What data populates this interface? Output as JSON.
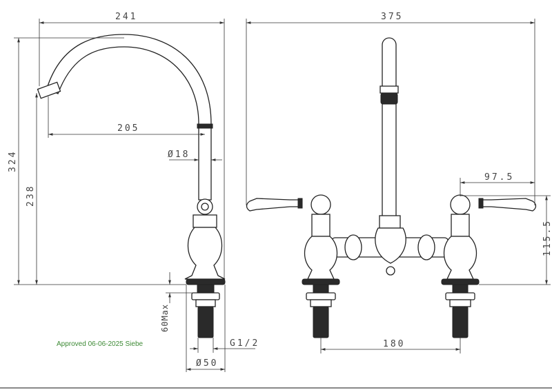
{
  "dimensions": {
    "overall_width_side": "241",
    "overall_height": "324",
    "spout_height": "238",
    "spout_reach": "205",
    "pipe_diameter": "Ø18",
    "max_deck_thickness": "60Max",
    "thread": "G1/2",
    "base_diameter": "Ø50",
    "overall_width_front": "375",
    "handle_reach": "97.5",
    "valve_height": "115.5",
    "centres": "180"
  },
  "approval_stamp": "Approved 06-06-2025 Siebe",
  "colors": {
    "line": "#222222",
    "stamp": "#3d8a35"
  }
}
